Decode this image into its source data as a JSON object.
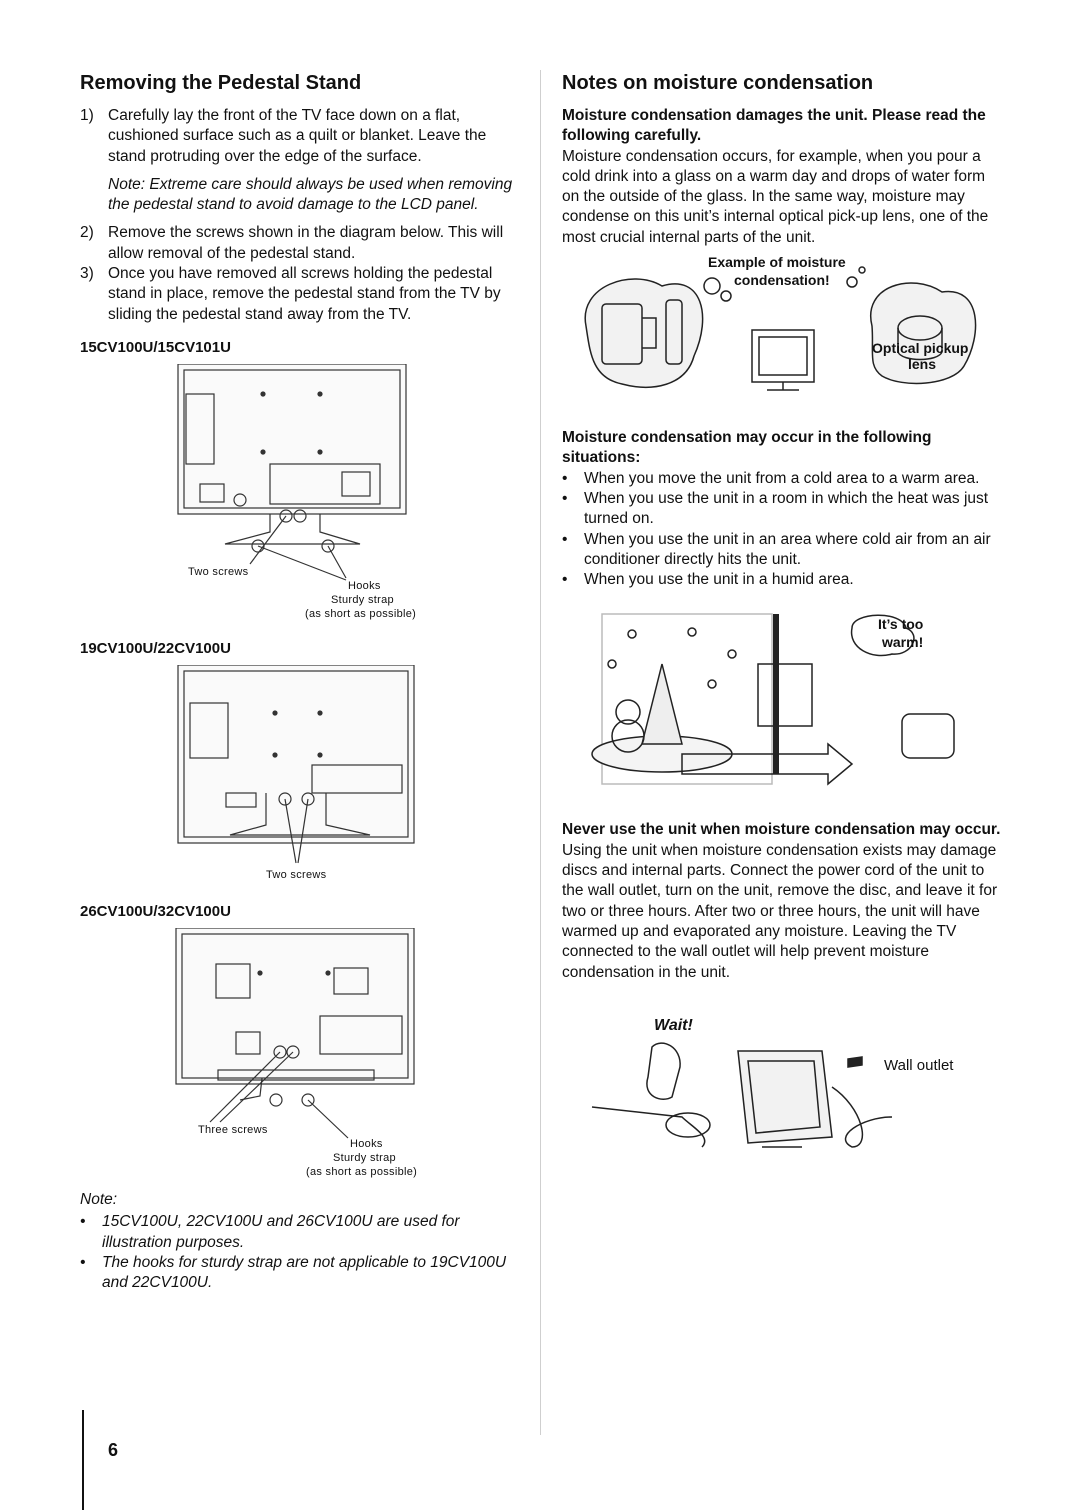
{
  "left": {
    "title": "Removing the Pedestal Stand",
    "steps": [
      {
        "num": "1)",
        "text": "Carefully lay the front of the TV face down on a flat, cushioned surface such as a quilt or blanket. Leave the stand protruding over the edge of the surface."
      },
      {
        "num": "2)",
        "text": "Remove the screws shown in the diagram below. This will allow removal of the pedestal stand."
      },
      {
        "num": "3)",
        "text": "Once you have removed all screws holding the pedestal stand in place, remove the pedestal stand from the TV by sliding the pedestal stand away from the TV."
      }
    ],
    "note_label": "Note:",
    "note_text": " Extreme care should always be used when removing the pedestal stand to avoid damage to the LCD panel.",
    "model1": "15CV100U/15CV101U",
    "fig1": {
      "two_screws": "Two screws",
      "hooks": "Hooks",
      "strap": "Sturdy strap",
      "short": "(as short as possible)"
    },
    "model2": "19CV100U/22CV100U",
    "fig2": {
      "two_screws": "Two screws"
    },
    "model3": "26CV100U/32CV100U",
    "fig3": {
      "three_screws": "Three screws",
      "hooks": "Hooks",
      "strap": "Sturdy strap",
      "short": "(as short as possible)"
    },
    "foot_note_label": "Note:",
    "foot_notes": [
      "15CV100U, 22CV100U and 26CV100U are used for illustration purposes.",
      "The hooks for sturdy strap are not applicable to 19CV100U and 22CV100U."
    ]
  },
  "right": {
    "title": "Notes on moisture condensation",
    "warn_bold": "Moisture condensation damages the unit. Please read the following carefully.",
    "intro": "Moisture condensation occurs, for example, when you pour a cold drink into a glass on a warm day and drops of water form on the outside of the glass. In the same way, moisture may condense on this unit’s internal optical pick-up lens, one of the most crucial internal parts of the unit.",
    "ill1": {
      "example": "Example of moisture",
      "condensation": "condensation!",
      "optical": "Optical pickup",
      "lens": "lens"
    },
    "situations_head": "Moisture condensation may occur in the following situations:",
    "situations": [
      "When you move the unit from a cold area to a warm area.",
      "When you use the unit in a room in which the heat was just turned on.",
      "When you use the unit in an area where cold air from an air conditioner directly hits the unit.",
      "When you use the unit in a humid area."
    ],
    "ill2": {
      "its_too": "It’s too",
      "warm": "warm!"
    },
    "never_head": "Never use the unit when moisture condensation may occur.",
    "never_text": "Using the unit when moisture condensation exists may damage discs and internal parts. Connect the power cord of the unit to the wall outlet, turn on the unit, remove the disc, and leave it for two or three hours. After two or three hours, the unit will have warmed up and evaporated any moisture. Leaving the TV connected to the wall outlet will help prevent moisture condensation in the unit.",
    "ill3": {
      "wait": "Wait!",
      "wall_outlet": "Wall outlet"
    }
  },
  "page_number": "6"
}
